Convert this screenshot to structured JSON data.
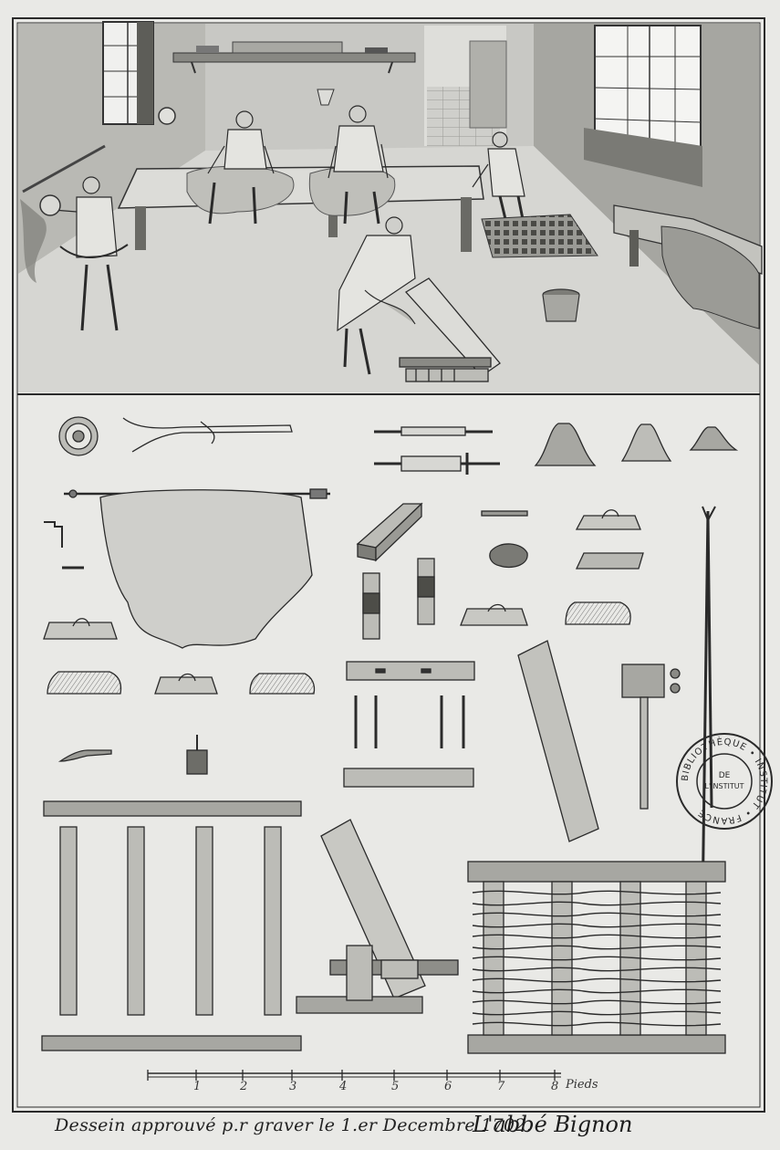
{
  "engraving": {
    "upper_panel": "workshop scene",
    "lower_panel": "tools and equipment"
  },
  "scale": {
    "numbers": [
      "1",
      "2",
      "3",
      "4",
      "5",
      "6",
      "7",
      "8"
    ],
    "unit": "Pieds"
  },
  "caption": "Dessein approuvé p.r graver le 1.er Decembre 1702.",
  "signature": "L'abbé Bignon",
  "stamp": {
    "text": "BIBLIOTHÈQUE DE L'INSTITUT DE FRANCE"
  },
  "colors": {
    "paper": "#e9e9e6",
    "ink": "#2a2a2a",
    "wash_light": "#bdbdb8",
    "wash_mid": "#8e8e89",
    "wash_dark": "#5d5d58"
  }
}
